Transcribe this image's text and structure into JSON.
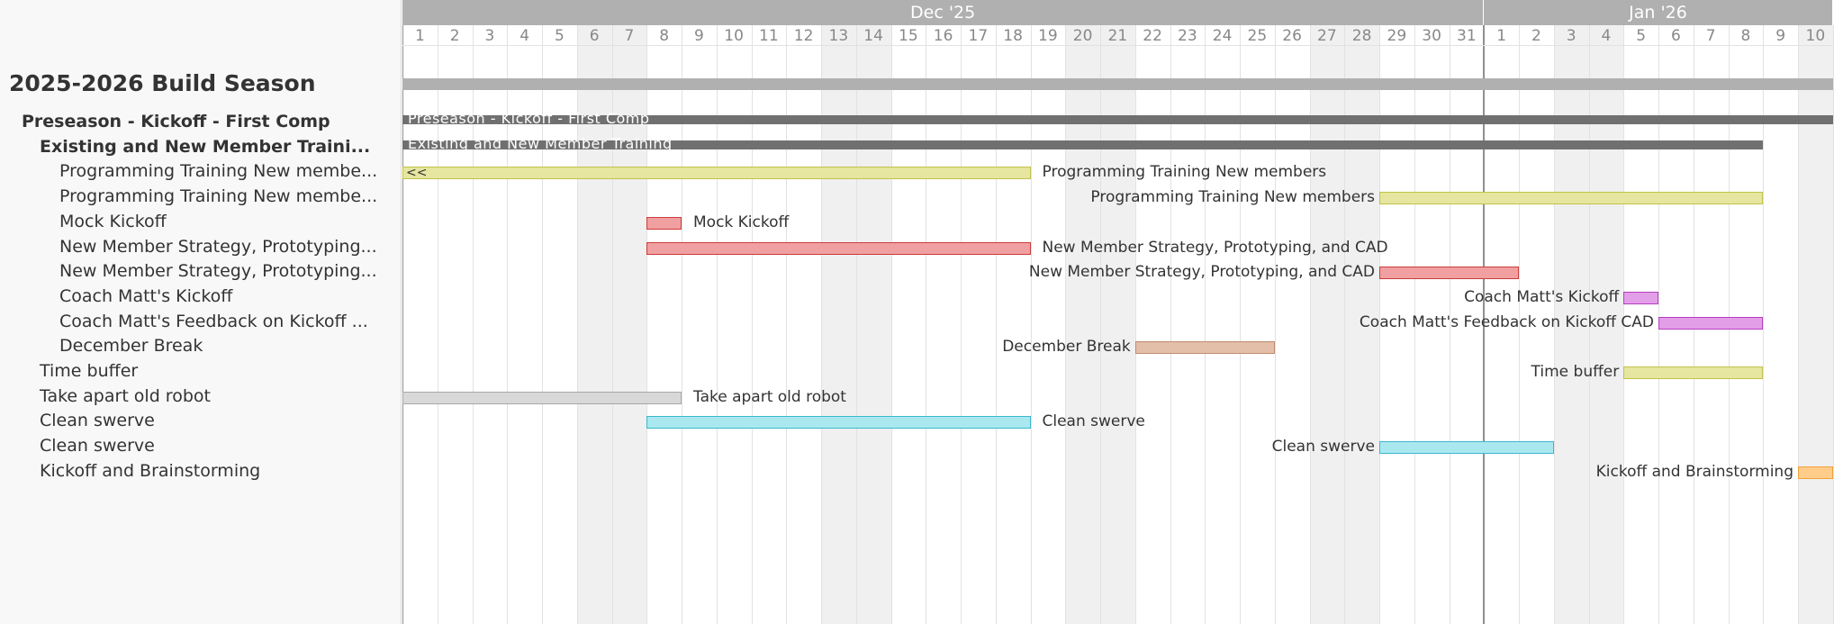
{
  "sidebar": {
    "project_title": "2025-2026 Build Season",
    "rows": [
      {
        "label": "Preseason - Kickoff - First Comp",
        "bold": true,
        "indent": 1
      },
      {
        "label": "Existing and New Member Traini...",
        "bold": true,
        "indent": 2
      },
      {
        "label": "Programming Training New membe...",
        "bold": false,
        "indent": 3
      },
      {
        "label": "Programming Training New membe...",
        "bold": false,
        "indent": 3
      },
      {
        "label": "Mock Kickoff",
        "bold": false,
        "indent": 3
      },
      {
        "label": "New Member Strategy, Prototyping...",
        "bold": false,
        "indent": 3
      },
      {
        "label": "New Member Strategy, Prototyping...",
        "bold": false,
        "indent": 3
      },
      {
        "label": "Coach Matt's Kickoff",
        "bold": false,
        "indent": 3
      },
      {
        "label": "Coach Matt's Feedback on Kickoff ...",
        "bold": false,
        "indent": 3
      },
      {
        "label": "December Break",
        "bold": false,
        "indent": 3
      },
      {
        "label": "Time buffer",
        "bold": false,
        "indent": 2
      },
      {
        "label": "Take apart old robot",
        "bold": false,
        "indent": 2
      },
      {
        "label": "Clean swerve",
        "bold": false,
        "indent": 2
      },
      {
        "label": "Clean swerve",
        "bold": false,
        "indent": 2
      },
      {
        "label": "Kickoff and Brainstorming",
        "bold": false,
        "indent": 2
      }
    ]
  },
  "timeline": {
    "months": [
      {
        "label": "Dec '25",
        "days": 31
      },
      {
        "label": "Jan '26",
        "days": 10
      }
    ],
    "days": [
      "1",
      "2",
      "3",
      "4",
      "5",
      "6",
      "7",
      "8",
      "9",
      "10",
      "11",
      "12",
      "13",
      "14",
      "15",
      "16",
      "17",
      "18",
      "19",
      "20",
      "21",
      "22",
      "23",
      "24",
      "25",
      "26",
      "27",
      "28",
      "29",
      "30",
      "31",
      "1",
      "2",
      "3",
      "4",
      "5",
      "6",
      "7",
      "8",
      "9",
      "10"
    ],
    "weekend_indices": [
      5,
      6,
      12,
      13,
      19,
      20,
      26,
      27,
      33,
      34,
      40
    ]
  },
  "project_bar": {
    "start": 0,
    "end": 41,
    "color": "#b0b0b0"
  },
  "summaries": [
    {
      "row": 0,
      "label": "Preseason - Kickoff - First Comp",
      "start": 0,
      "end": 41
    },
    {
      "row": 1,
      "label": "Existing and New Member Training",
      "start": 0,
      "end": 39
    }
  ],
  "tasks": [
    {
      "row": 2,
      "label": "Programming Training New members",
      "start": 0,
      "end": 18,
      "fill": "#e6e6a0",
      "stroke": "#c2c24a",
      "label_side": "right",
      "overflow_mark": "<<"
    },
    {
      "row": 3,
      "label": "Programming Training New members",
      "start": 28,
      "end": 39,
      "fill": "#e6e6a0",
      "stroke": "#c2c24a",
      "label_side": "left"
    },
    {
      "row": 4,
      "label": "Mock Kickoff",
      "start": 7,
      "end": 8,
      "fill": "#f0a0a0",
      "stroke": "#cc3b3b",
      "label_side": "right"
    },
    {
      "row": 5,
      "label": "New Member Strategy, Prototyping, and CAD",
      "start": 7,
      "end": 18,
      "fill": "#f0a0a0",
      "stroke": "#cc3b3b",
      "label_side": "right"
    },
    {
      "row": 6,
      "label": "New Member Strategy, Prototyping, and CAD",
      "start": 28,
      "end": 32,
      "fill": "#f0a0a0",
      "stroke": "#cc3b3b",
      "label_side": "left"
    },
    {
      "row": 7,
      "label": "Coach Matt's Kickoff",
      "start": 35,
      "end": 36,
      "fill": "#e39ee8",
      "stroke": "#b63ec2",
      "label_side": "left"
    },
    {
      "row": 8,
      "label": "Coach Matt's Feedback on Kickoff CAD",
      "start": 36,
      "end": 39,
      "fill": "#e39ee8",
      "stroke": "#b63ec2",
      "label_side": "left"
    },
    {
      "row": 9,
      "label": "December Break",
      "start": 21,
      "end": 25,
      "fill": "#e3bfaa",
      "stroke": "#c08a6e",
      "label_side": "left"
    },
    {
      "row": 10,
      "label": "Time buffer",
      "start": 35,
      "end": 39,
      "fill": "#e6e6a0",
      "stroke": "#c2c24a",
      "label_side": "left"
    },
    {
      "row": 11,
      "label": "Take apart old robot",
      "start": 0,
      "end": 8,
      "fill": "#d8d8d8",
      "stroke": "#a8a8a8",
      "label_side": "right"
    },
    {
      "row": 12,
      "label": "Clean swerve",
      "start": 7,
      "end": 18,
      "fill": "#aae8f0",
      "stroke": "#3cb8cc",
      "label_side": "right"
    },
    {
      "row": 13,
      "label": "Clean swerve",
      "start": 28,
      "end": 33,
      "fill": "#aae8f0",
      "stroke": "#3cb8cc",
      "label_side": "left"
    },
    {
      "row": 14,
      "label": "Kickoff and Brainstorming",
      "start": 40,
      "end": 41,
      "fill": "#ffcc8a",
      "stroke": "#f0a040",
      "label_side": "left"
    }
  ]
}
